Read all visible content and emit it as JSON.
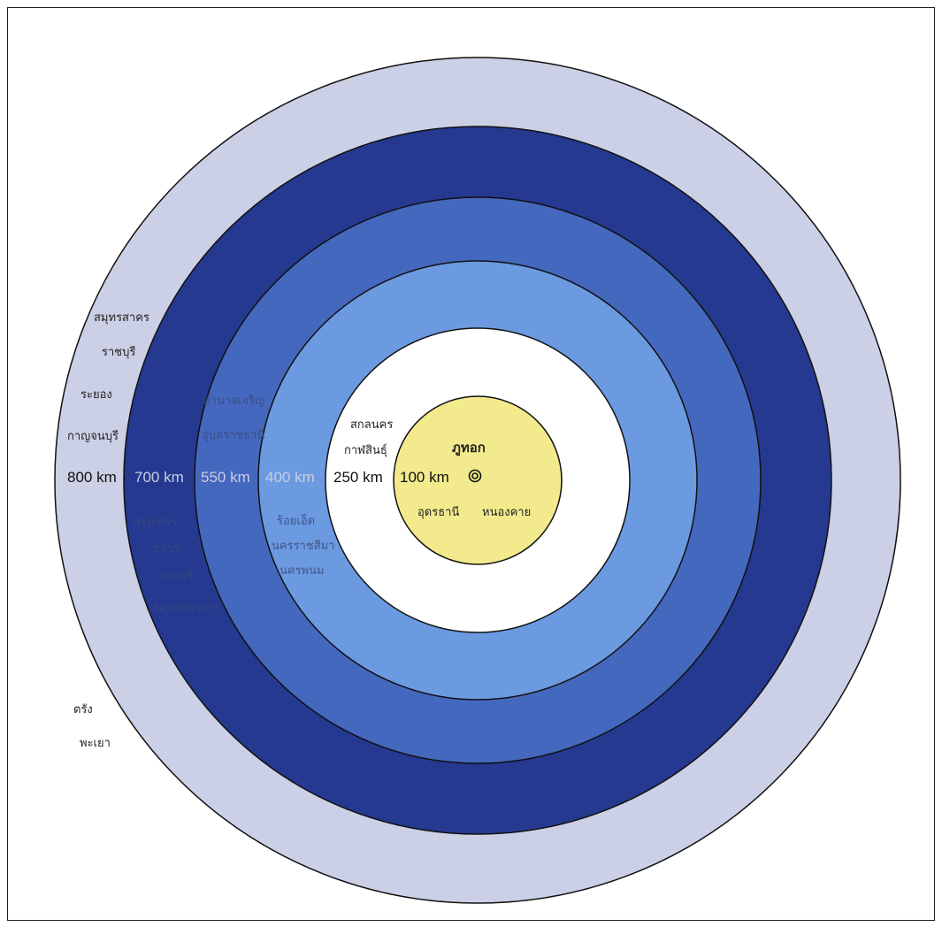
{
  "diagram": {
    "center_name": "ภูทอก",
    "rings": [
      {
        "distance": "100 km",
        "color": "#f2ea8c"
      },
      {
        "distance": "250 km",
        "color": "#ffffff"
      },
      {
        "distance": "400 km",
        "color": "#6b9ae0"
      },
      {
        "distance": "550 km",
        "color": "#4568bf"
      },
      {
        "distance": "700 km",
        "color": "#24398f"
      },
      {
        "distance": "800 km",
        "color": "#ccd0e6"
      }
    ],
    "places": {
      "ring_100": [
        "อุดรธานี",
        "หนองคาย"
      ],
      "ring_250": [
        "สกลนคร",
        "กาฬสินธุ์"
      ],
      "ring_400": [
        "ร้อยเอ็ด",
        "นครราชสีมา",
        "นครพนม"
      ],
      "ring_550": [
        "อำนาจเจริญ",
        "อุบลราชธานี"
      ],
      "ring_700": [
        "กรุงเทพฯ",
        "ชลบุรี",
        "นนทบุรี",
        "สมุทรปราการ"
      ],
      "ring_800": [
        "สมุทรสาคร",
        "ราชบุรี",
        "ระยอง",
        "กาญจนบุรี",
        "ตรัง",
        "พะเยา"
      ]
    }
  }
}
